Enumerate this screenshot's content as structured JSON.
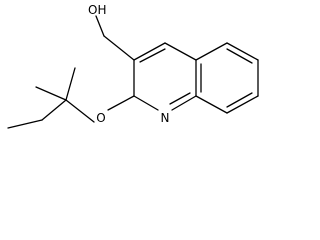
{
  "structure": {
    "atoms": {
      "hydroxyl": "OH",
      "ether_oxygen": "O",
      "ring_nitrogen": "N"
    }
  }
}
